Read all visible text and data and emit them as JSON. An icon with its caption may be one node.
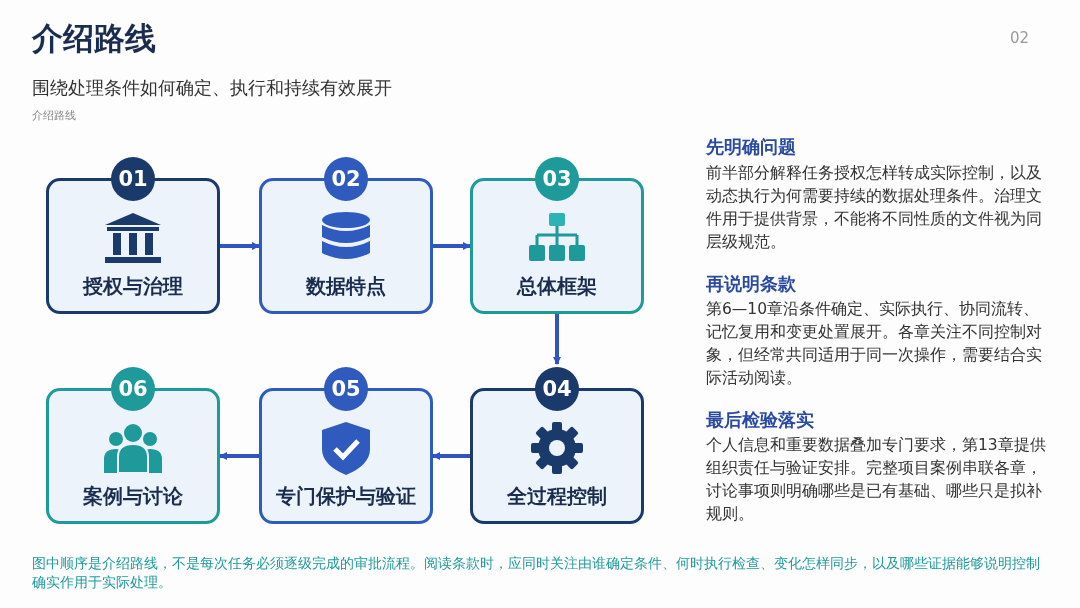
{
  "diagram": {
    "title": "介绍路线",
    "nodes": [
      {
        "text": [
          "01",
          "授权与治理"
        ]
      },
      {
        "text": [
          "02",
          "数据特点"
        ]
      },
      {
        "text": [
          "03",
          "总体框架"
        ]
      },
      {
        "text": [
          "04",
          "全过程控制"
        ]
      },
      {
        "text": [
          "05",
          "专门保护与验证"
        ]
      },
      {
        "text": [
          "06",
          "案例与讨论"
        ]
      }
    ],
    "edges": [
      {
        "from": 0,
        "to": 1,
        "arrow": "to"
      },
      {
        "from": 1,
        "to": 2,
        "arrow": "to"
      },
      {
        "from": 2,
        "to": 3,
        "arrow": "to"
      },
      {
        "from": 3,
        "to": 4,
        "arrow": "to"
      },
      {
        "from": 4,
        "to": 5,
        "arrow": "to"
      }
    ],
    "labels": [
      "02",
      "围绕处理条件如何确定、执行和持续有效展开",
      "介绍路线",
      "先明确问题",
      "前半部分解释任务授权怎样转成实际控制，以及动态执行为何需要持续的数据处理条件。治理文件用于提供背景，不能将不同性质的文件视为同层级规范。",
      "再说明条款",
      "第6—10章沿条件确定、实际执行、协同流转、记忆复用和变更处置展开。各章关注不同控制对象，但经常共同适用于同一次操作，需要结合实际活动阅读。",
      "最后检验落实",
      "个人信息和重要数据叠加专门要求，第13章提供组织责任与验证安排。完整项目案例串联各章，讨论事项则明确哪些是已有基础、哪些只是拟补规则。"
    ],
    "caption": "图中顺序是介绍路线，不是每次任务必须逐级完成的审批流程。阅读条款时，应同时关注由谁确定条件、何时执行检查、变化怎样同步，以及哪些证据能够说明控制确实作用于实际处理。"
  }
}
